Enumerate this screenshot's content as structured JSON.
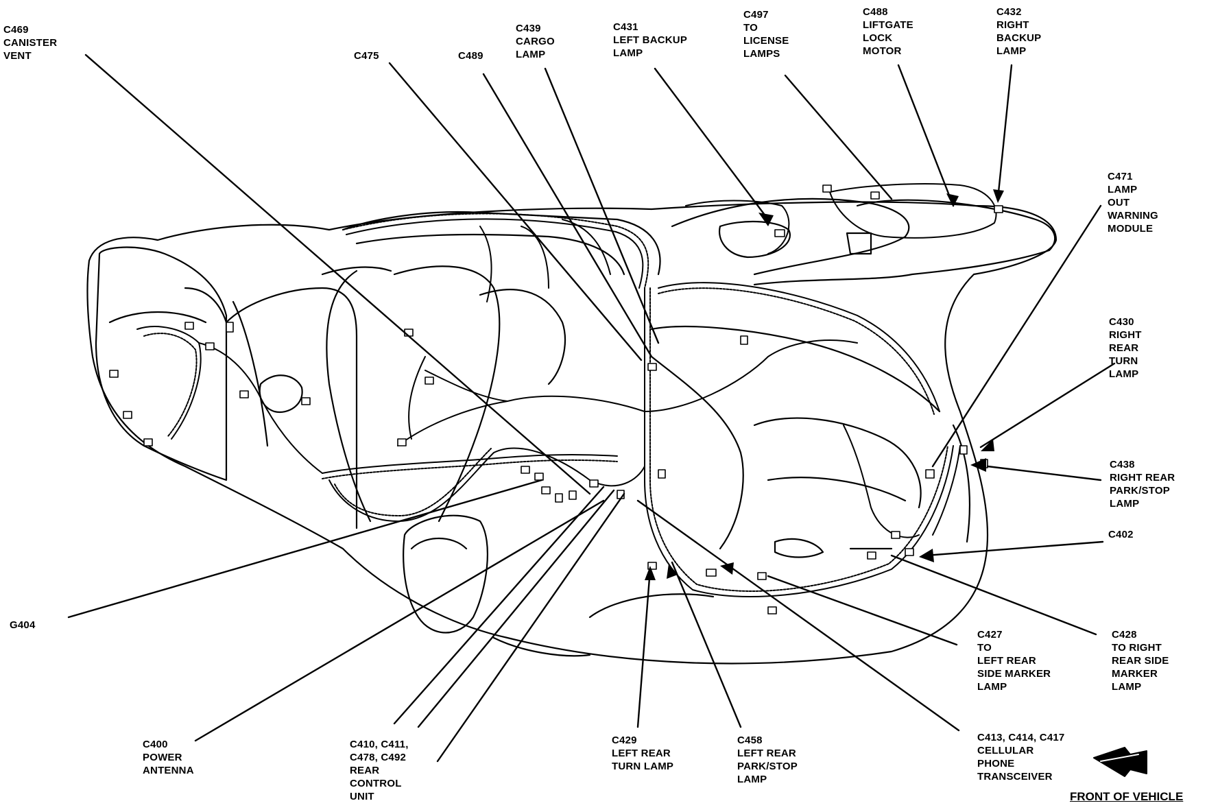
{
  "labels": [
    {
      "id": "c469",
      "lines": [
        "C469",
        "CANISTER",
        "VENT"
      ]
    },
    {
      "id": "c475",
      "lines": [
        "C475"
      ]
    },
    {
      "id": "c489",
      "lines": [
        "C489"
      ]
    },
    {
      "id": "c439",
      "lines": [
        "C439",
        "CARGO",
        "LAMP"
      ]
    },
    {
      "id": "c431",
      "lines": [
        "C431",
        "LEFT BACKUP",
        "LAMP"
      ]
    },
    {
      "id": "c497",
      "lines": [
        "C497",
        "TO",
        "LICENSE",
        "LAMPS"
      ]
    },
    {
      "id": "c488",
      "lines": [
        "C488",
        "LIFTGATE",
        "LOCK",
        "MOTOR"
      ]
    },
    {
      "id": "c432",
      "lines": [
        "C432",
        "RIGHT",
        "BACKUP",
        "LAMP"
      ]
    },
    {
      "id": "c471",
      "lines": [
        "C471",
        "LAMP",
        "OUT",
        "WARNING",
        "MODULE"
      ]
    },
    {
      "id": "c430",
      "lines": [
        "C430",
        "RIGHT",
        "REAR",
        "TURN",
        "LAMP"
      ]
    },
    {
      "id": "c438",
      "lines": [
        "C438",
        "RIGHT REAR",
        "PARK/STOP",
        "LAMP"
      ]
    },
    {
      "id": "c402",
      "lines": [
        "C402"
      ]
    },
    {
      "id": "c428",
      "lines": [
        "C428",
        "TO RIGHT",
        "REAR SIDE",
        "MARKER",
        "LAMP"
      ]
    },
    {
      "id": "c427",
      "lines": [
        "C427",
        "TO",
        "LEFT REAR",
        "SIDE MARKER",
        "LAMP"
      ]
    },
    {
      "id": "c413",
      "lines": [
        "C413, C414, C417",
        "CELLULAR",
        "PHONE",
        "TRANSCEIVER"
      ]
    },
    {
      "id": "c458",
      "lines": [
        "C458",
        "LEFT REAR",
        "PARK/STOP",
        "LAMP"
      ]
    },
    {
      "id": "c429",
      "lines": [
        "C429",
        "LEFT REAR",
        "TURN LAMP"
      ]
    },
    {
      "id": "c410",
      "lines": [
        "C410, C411,",
        "C478, C492",
        "REAR",
        "CONTROL",
        "UNIT"
      ]
    },
    {
      "id": "c400",
      "lines": [
        "C400",
        "POWER",
        "ANTENNA"
      ]
    },
    {
      "id": "g404",
      "lines": [
        "G404"
      ]
    }
  ],
  "front_of_vehicle": "FRONT OF VEHICLE"
}
